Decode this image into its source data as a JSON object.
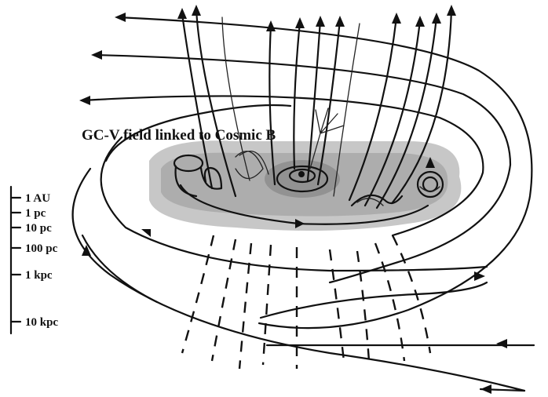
{
  "diagram": {
    "annotation": "GC-V field linked to Cosmic B",
    "scale_bar": {
      "ticks": [
        "1 AU",
        "1 pc",
        "10 pc",
        "100 pc",
        "1 kpc",
        "10 kpc"
      ]
    }
  }
}
